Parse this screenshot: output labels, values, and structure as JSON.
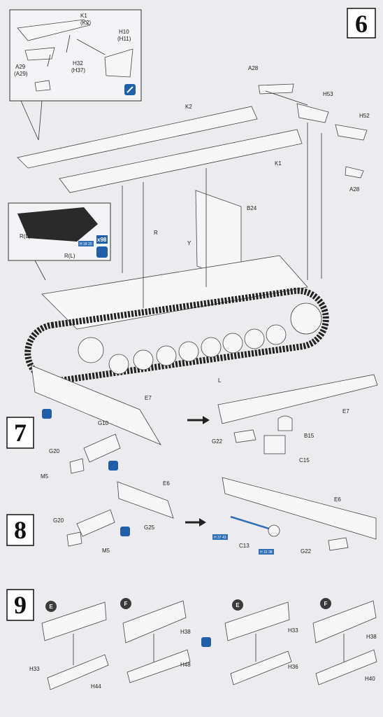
{
  "steps": {
    "s6": "6",
    "s7": "7",
    "s8": "8",
    "s9": "9"
  },
  "step6": {
    "inset_top": {
      "k1": "K1",
      "k2": "(K2)",
      "h10": "H10",
      "h11": "(H11)",
      "h32": "H32",
      "h37": "(H37)",
      "a29": "A29",
      "a29b": "(A29)"
    },
    "labels": {
      "a28_top": "A28",
      "h53": "H53",
      "k2": "K2",
      "h52": "H52",
      "k1": "K1",
      "a28_right": "A28",
      "b24": "B24",
      "r": "R",
      "y": "Y",
      "l": "L"
    },
    "inset_track": {
      "rl_top": "R(L)",
      "rl_bottom": "R(L)",
      "part_tag": "H 18 20",
      "count": "x98"
    }
  },
  "step7": {
    "labels": {
      "e7_left": "E7",
      "g10": "G10",
      "g20": "G20",
      "m5": "M5",
      "e7_right": "E7",
      "g22": "G22",
      "b15": "B15",
      "c15": "C15"
    }
  },
  "step8": {
    "labels": {
      "e6_left": "E6",
      "g20": "G20",
      "g25": "G25",
      "m5": "M5",
      "e6_right": "E6",
      "h_tag1": "H 37 43",
      "c13": "C13",
      "h_tag2": "H 15 38",
      "g22": "G22"
    }
  },
  "step9": {
    "badges": {
      "e1": "E",
      "f1": "F",
      "e2": "E",
      "f2": "F"
    },
    "labels": {
      "h33a": "H33",
      "h44": "H44",
      "h38a": "H38",
      "h48": "H48",
      "h33b": "H33",
      "h36": "H36",
      "h38b": "H38",
      "h40": "H40"
    }
  },
  "colors": {
    "badge_dark": "#3b3b3b",
    "badge_blue": "#1f5fa8",
    "tag_blue": "#2f6fb5"
  }
}
